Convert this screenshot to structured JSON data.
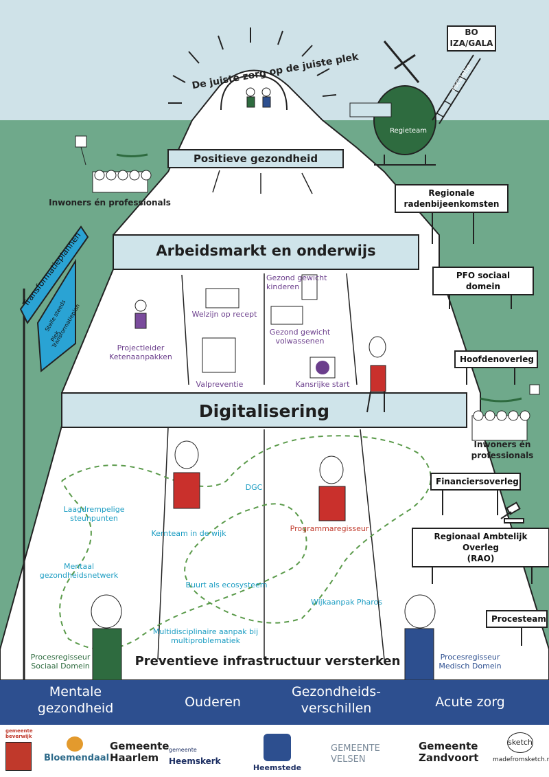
{
  "arch_text": "De juiste zorg op de juiste plek",
  "banners": {
    "positieve": "Positieve gezondheid",
    "arbeidsmarkt": "Arbeidsmarkt en onderwijs",
    "digitalisering": "Digitalisering",
    "preventieve": "Preventieve infrastructuur versterken"
  },
  "helicopter": {
    "box_line1": "BO",
    "box_line2": "IZA/GALA",
    "ladder": "escalatie",
    "body": "Regieteam"
  },
  "groups": {
    "top_left": "Inwoners én professionals",
    "right_line1": "Inwoners én",
    "right_line2": "professionals"
  },
  "signpost": {
    "main": "Transformatieplannen",
    "sub1": "Stelle steeds",
    "sub2": "Transformatieplan",
    "sub3": "Plek"
  },
  "signs": {
    "regionale_1": "Regionale",
    "regionale_2": "radenbijeenkomsten",
    "pfo": "PFO sociaal domein",
    "hoofden": "Hoofdenoverleg",
    "financiers": "Financiersoverleg",
    "rao_1": "Regionaal Ambtelijk Overleg",
    "rao_2": "(RAO)",
    "procesteam": "Procesteam"
  },
  "middle": {
    "welzijn": "Welzijn op recept",
    "gezond_kind_1": "Gezond gewicht",
    "gezond_kind_2": "kinderen",
    "gezond_volw_1": "Gezond gewicht",
    "gezond_volw_2": "volwassenen",
    "projectleider_1": "Projectleider",
    "projectleider_2": "Ketenaanpakken",
    "valpreventie": "Valpreventie",
    "kansrijke": "Kansrijke start"
  },
  "lower": {
    "laagdrempelige_1": "Laagdrempelige",
    "laagdrempelige_2": "steunpunten",
    "dgc": "DGC",
    "kernteam": "Kernteam in de wijk",
    "programmaregisseur": "Programmaregisseur",
    "mentaal_1": "Mentaal",
    "mentaal_2": "gezondheidsnetwerk",
    "buurt": "Buurt als ecosysteem",
    "wijkaanpak": "Wijkaanpak Pharos",
    "multi_1": "Multidisciplinaire aanpak bij",
    "multi_2": "multiproblematiek",
    "proces_soc_1": "Procesregisseur",
    "proces_soc_2": "Sociaal Domein",
    "proces_med_1": "Procesregisseur",
    "proces_med_2": "Medisch Domein"
  },
  "pillars": {
    "p1_1": "Mentale",
    "p1_2": "gezondheid",
    "p2": "Ouderen",
    "p3_1": "Gezondheids-",
    "p3_2": "verschillen",
    "p4": "Acute zorg"
  },
  "logos": {
    "beverwijk_1": "gemeente",
    "beverwijk_2": "beverwijk",
    "bloemendaal": "Bloemendaal",
    "haarlem_1": "Gemeente",
    "haarlem_2": "Haarlem",
    "heemskerk_1": "gemeente",
    "heemskerk_2": "Heemskerk",
    "heemstede": "Heemstede",
    "velsen_1": "GEMEENTE",
    "velsen_2": "VELSEN",
    "zandvoort_1": "Gemeente",
    "zandvoort_2": "Zandvoort",
    "sketch_logo": "sketch",
    "sketch": "madefromsketch.nl"
  },
  "colors": {
    "sky": "#cfe2e8",
    "grass": "#6fa98b",
    "banner": "#cfe4ea",
    "pillar": "#2d4f8f",
    "green_figure": "#2e6b3f",
    "red_figure": "#c9302c",
    "purple_figure": "#7a4b9c",
    "signpost": "#2aa3d4",
    "dashed": "#5a9a4a"
  }
}
